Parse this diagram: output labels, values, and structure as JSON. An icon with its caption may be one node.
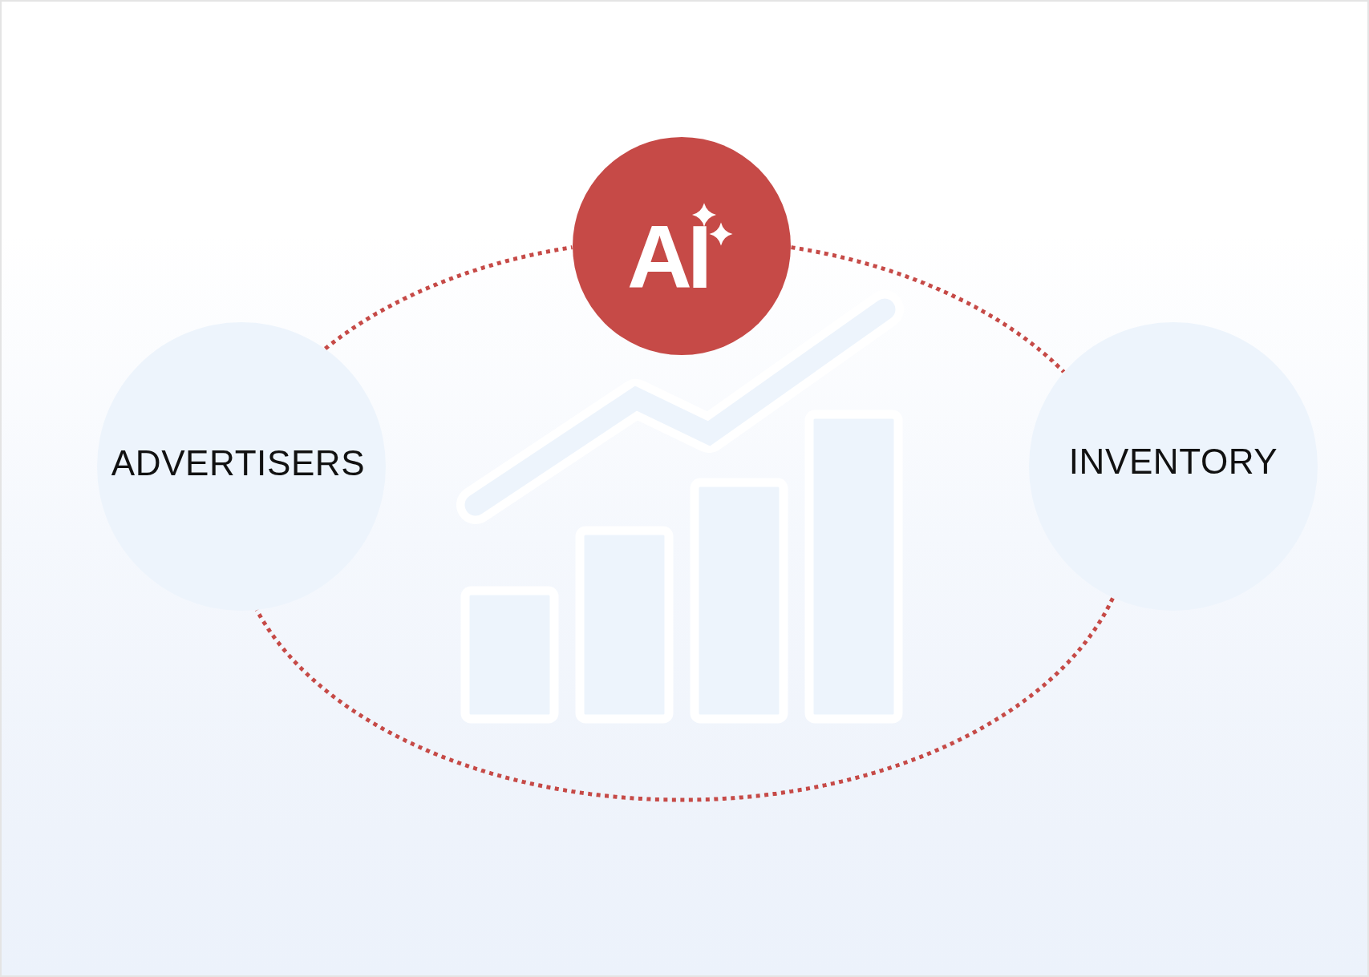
{
  "diagram": {
    "nodes": [
      {
        "text": [
          "AI"
        ]
      },
      {
        "text": [
          "ADVERTISERS"
        ]
      },
      {
        "text": [
          "INVENTORY"
        ]
      }
    ],
    "edges": [
      {
        "from": 1,
        "to": 0,
        "arrow": "none",
        "style": "dashed"
      },
      {
        "from": 0,
        "to": 2,
        "arrow": "none",
        "style": "dashed"
      },
      {
        "from": 2,
        "to": 1,
        "arrow": "none",
        "style": "dashed"
      }
    ]
  }
}
